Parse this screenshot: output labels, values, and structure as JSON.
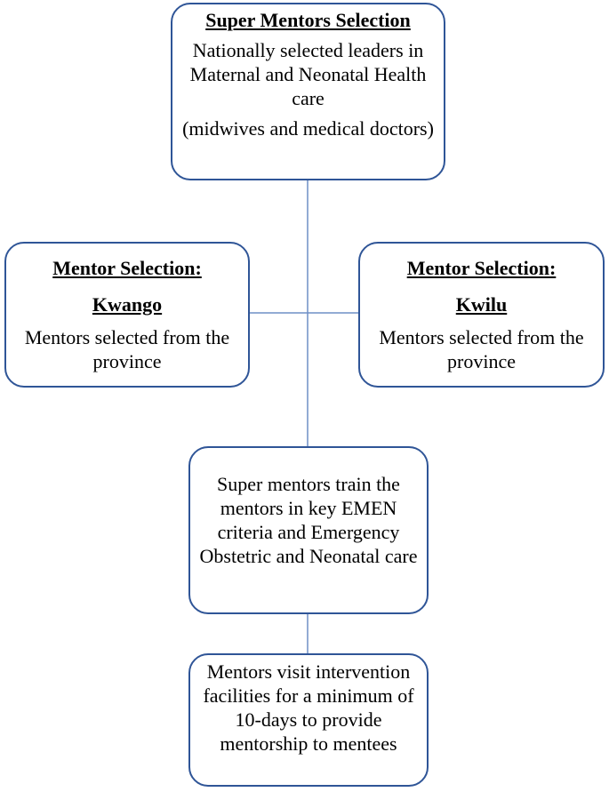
{
  "diagram": {
    "connector_color": "#6f8fc6",
    "box_border_color": "#2f5597",
    "super_mentors": {
      "heading": "Super Mentors Selection",
      "line1": "Nationally selected leaders in Maternal and Neonatal Health care",
      "line2": "(midwives and medical doctors)"
    },
    "mentor_kwango": {
      "heading": "Mentor Selection:",
      "sub": "Kwango",
      "body": "Mentors selected from the province"
    },
    "mentor_kwilu": {
      "heading": "Mentor Selection:",
      "sub": "Kwilu",
      "body": "Mentors selected from the province"
    },
    "training": {
      "body": "Super mentors train the mentors in key EMEN criteria and Emergency Obstetric and Neonatal care"
    },
    "visit": {
      "body": "Mentors visit intervention facilities for a minimum of 10-days to provide mentorship to mentees"
    }
  }
}
